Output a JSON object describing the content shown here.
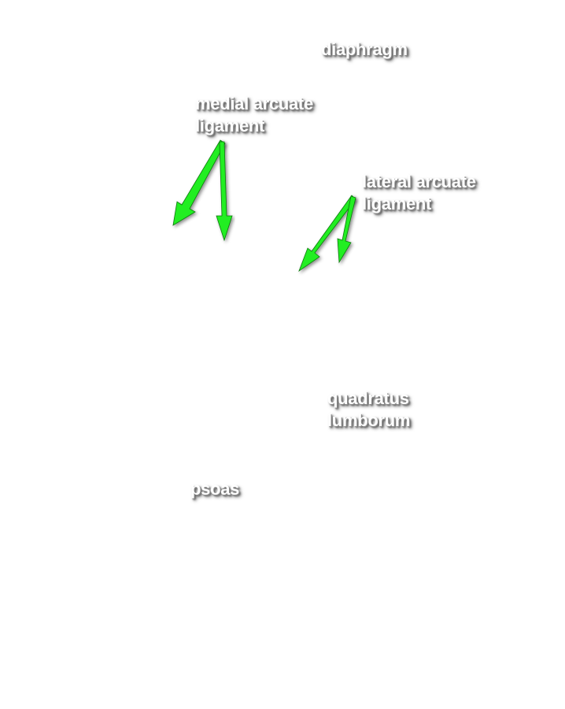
{
  "labels": {
    "diaphragm": "diaphragm",
    "medial_arcuate": [
      "medial arcuate",
      "ligament"
    ],
    "lateral_arcuate": [
      "lateral arcuate",
      "ligament"
    ],
    "quadratus": [
      "quadratus",
      "lumborum"
    ],
    "psoas": "psoas"
  },
  "colors": {
    "arrow": "#22ee22",
    "arrow_outline": "#0a7a0a",
    "label_text": "#ffffff"
  }
}
